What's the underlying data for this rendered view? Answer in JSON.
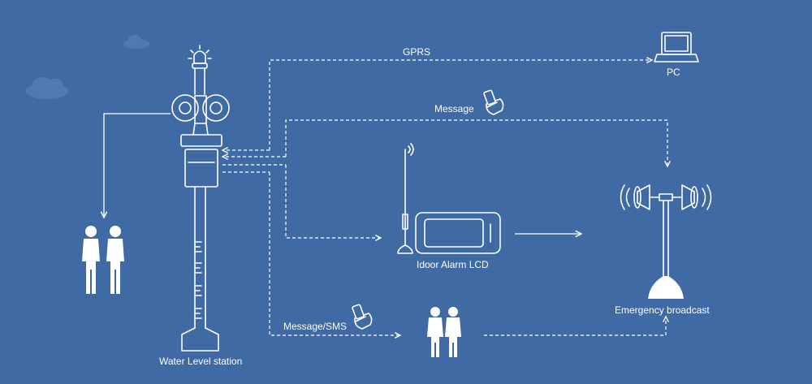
{
  "labels": {
    "station": "Water Level station",
    "gprs": "GPRS",
    "pc": "PC",
    "message": "Message",
    "lcd": "Idoor Alarm LCD",
    "sms": "Message/SMS",
    "broadcast": "Emergency broadcast"
  },
  "icons": {
    "background": [
      "cloud-icon",
      "cloud-icon"
    ],
    "station": [
      "beacon-light-icon",
      "siren-speaker-icon",
      "water-level-gauge-icon"
    ],
    "receivers": [
      "laptop-icon",
      "hand-phone-icon",
      "antenna-icon",
      "lcd-display-icon",
      "people-icon",
      "broadcast-speaker-icon"
    ]
  },
  "colors": {
    "background": "#3f6aa3",
    "line": "#ffffff"
  }
}
